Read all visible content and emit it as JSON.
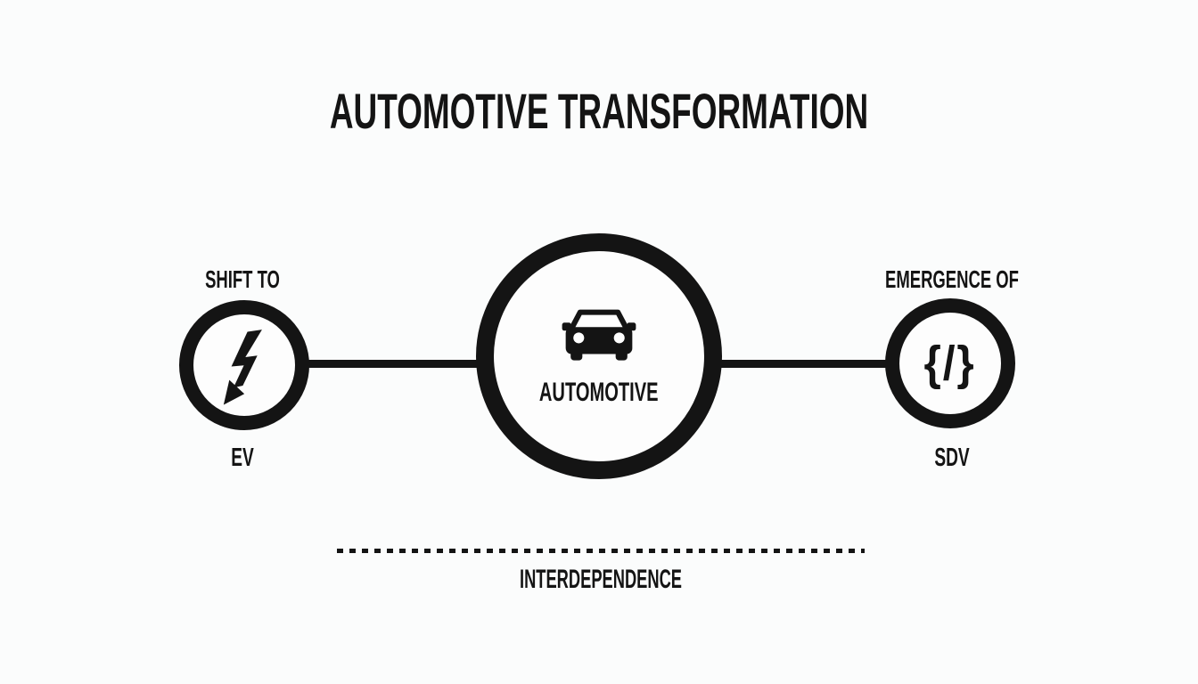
{
  "title": "AUTOMOTIVE TRANSFORMATION",
  "colors": {
    "ink": "#141414",
    "background": "#fbfcfc"
  },
  "diagram": {
    "left_node": {
      "top_label": "SHIFT TO",
      "bottom_label": "EV",
      "icon": "lightning-bolt-icon"
    },
    "center_node": {
      "label": "AUTOMOTIVE",
      "icon": "car-icon"
    },
    "right_node": {
      "top_label": "EMERGENCE OF",
      "bottom_label": "SDV",
      "icon": "code-icon",
      "glyph": "{/}"
    },
    "footer_label": "INTERDEPENDENCE"
  }
}
